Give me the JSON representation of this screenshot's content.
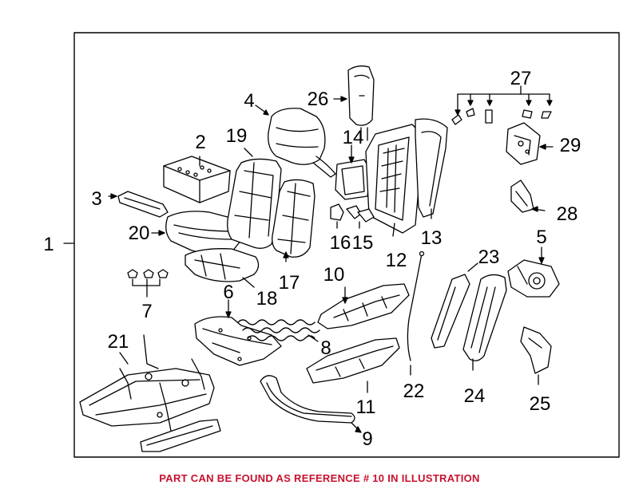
{
  "diagram": {
    "callouts": [
      {
        "id": "c1",
        "label": "1"
      },
      {
        "id": "c2",
        "label": "2"
      },
      {
        "id": "c3",
        "label": "3"
      },
      {
        "id": "c4",
        "label": "4"
      },
      {
        "id": "c5",
        "label": "5"
      },
      {
        "id": "c6",
        "label": "6"
      },
      {
        "id": "c7",
        "label": "7"
      },
      {
        "id": "c8",
        "label": "8"
      },
      {
        "id": "c9",
        "label": "9"
      },
      {
        "id": "c10",
        "label": "10"
      },
      {
        "id": "c11",
        "label": "11"
      },
      {
        "id": "c12",
        "label": "12"
      },
      {
        "id": "c13",
        "label": "13"
      },
      {
        "id": "c14",
        "label": "14"
      },
      {
        "id": "c15",
        "label": "15"
      },
      {
        "id": "c16",
        "label": "16"
      },
      {
        "id": "c17",
        "label": "17"
      },
      {
        "id": "c18",
        "label": "18"
      },
      {
        "id": "c19",
        "label": "19"
      },
      {
        "id": "c20",
        "label": "20"
      },
      {
        "id": "c21",
        "label": "21"
      },
      {
        "id": "c22",
        "label": "22"
      },
      {
        "id": "c23",
        "label": "23"
      },
      {
        "id": "c24",
        "label": "24"
      },
      {
        "id": "c25",
        "label": "25"
      },
      {
        "id": "c26",
        "label": "26"
      },
      {
        "id": "c27",
        "label": "27"
      },
      {
        "id": "c28",
        "label": "28"
      },
      {
        "id": "c29",
        "label": "29"
      }
    ]
  },
  "footer": {
    "note": "PART CAN BE FOUND AS REFERENCE # 10 IN ILLUSTRATION",
    "note_color": "#c8102e"
  },
  "colors": {
    "line": "#000000",
    "background": "#ffffff"
  }
}
